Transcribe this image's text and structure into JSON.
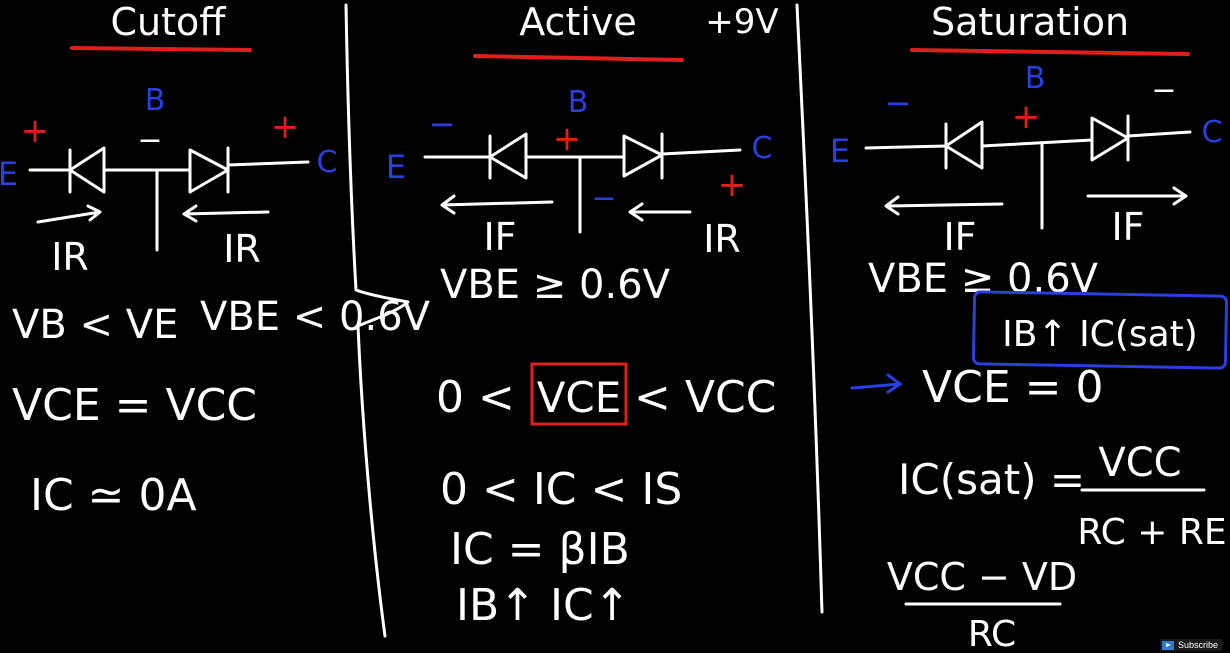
{
  "colors": {
    "background": "#000000",
    "chalk": "#ffffff",
    "red": "#e01e1e",
    "blue": "#2a3fe0"
  },
  "cutoff": {
    "title": "Cutoff",
    "terminal_e": "E",
    "terminal_b": "B",
    "terminal_c": "C",
    "pol_e": "+",
    "pol_b": "−",
    "pol_c": "+",
    "current_left": "IR",
    "current_right": "IR",
    "vb_ve": "VB < VE",
    "vbe": "VBE < 0.6V",
    "vce": "VCE = VCC",
    "ic": "IC ≃ 0A"
  },
  "active": {
    "title": "Active",
    "supply": "+9V",
    "terminal_e": "E",
    "terminal_b": "B",
    "terminal_c": "C",
    "pol_e": "−",
    "pol_b_plus": "+",
    "pol_b_minus": "−",
    "pol_c": "+",
    "current_left": "IF",
    "current_right": "IR",
    "vbe": "VBE ≥ 0.6V",
    "vce_lhs": "0 <",
    "vce_box": "VCE",
    "vce_rhs": "< VCC",
    "ic_range": "0 < IC < IS",
    "ic_beta": "IC = βIB",
    "ib_ic": "IB↑ IC↑"
  },
  "saturation": {
    "title": "Saturation",
    "terminal_e": "E",
    "terminal_b": "B",
    "terminal_c": "C",
    "pol_e": "−",
    "pol_b": "+",
    "pol_c": "−",
    "current_left": "IF",
    "current_right": "IF",
    "vbe": "VBE ≥ 0.6V",
    "ib_box": "IB↑ IC(sat)",
    "vce": "VCE = 0",
    "ic_sat": "IC(sat) =",
    "frac1_num": "VCC",
    "frac1_den": "RC + RE",
    "frac2_num": "VCC − VD",
    "frac2_den": "RC"
  },
  "overlay": {
    "subscribe": "Subscribe"
  }
}
